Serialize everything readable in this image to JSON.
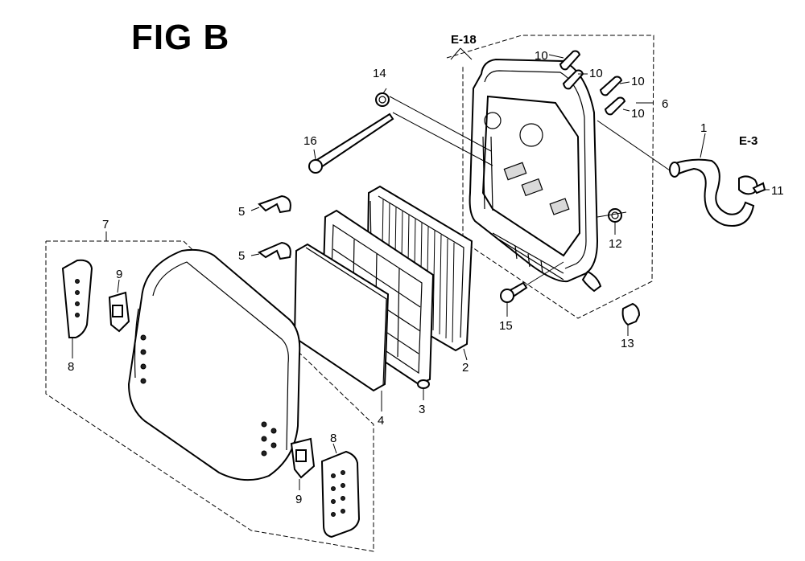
{
  "title": "FIG B",
  "references": {
    "e18": "E-18",
    "e3": "E-3"
  },
  "callouts": {
    "c1": "1",
    "c2": "2",
    "c3": "3",
    "c4": "4",
    "c5a": "5",
    "c5b": "5",
    "c6": "6",
    "c7": "7",
    "c8a": "8",
    "c8b": "8",
    "c9a": "9",
    "c9b": "9",
    "c10a": "10",
    "c10b": "10",
    "c10c": "10",
    "c10d": "10",
    "c11": "11",
    "c12": "12",
    "c13": "13",
    "c14": "14",
    "c15": "15",
    "c16": "16"
  }
}
